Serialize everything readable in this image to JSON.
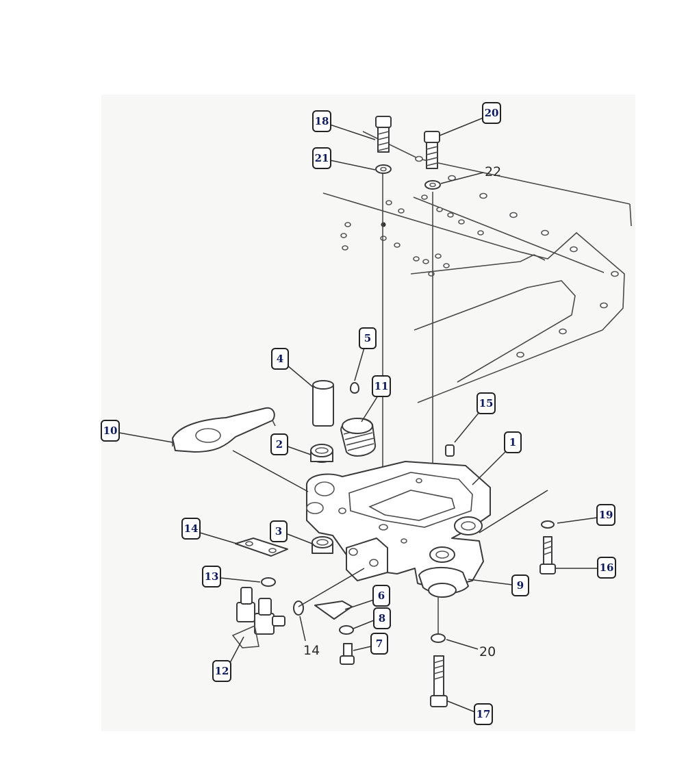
{
  "diagram": {
    "callouts": [
      {
        "label": "18"
      },
      {
        "label": "20"
      },
      {
        "label": "21"
      },
      {
        "label": "5"
      },
      {
        "label": "4"
      },
      {
        "label": "11"
      },
      {
        "label": "15"
      },
      {
        "label": "10"
      },
      {
        "label": "1"
      },
      {
        "label": "2"
      },
      {
        "label": "19"
      },
      {
        "label": "14"
      },
      {
        "label": "3"
      },
      {
        "label": "16"
      },
      {
        "label": "13"
      },
      {
        "label": "9"
      },
      {
        "label": "6"
      },
      {
        "label": "8"
      },
      {
        "label": "7"
      },
      {
        "label": "12"
      },
      {
        "label": "17"
      }
    ],
    "plain_labels": [
      {
        "label": "22"
      },
      {
        "label": "14"
      },
      {
        "label": "20"
      }
    ]
  }
}
